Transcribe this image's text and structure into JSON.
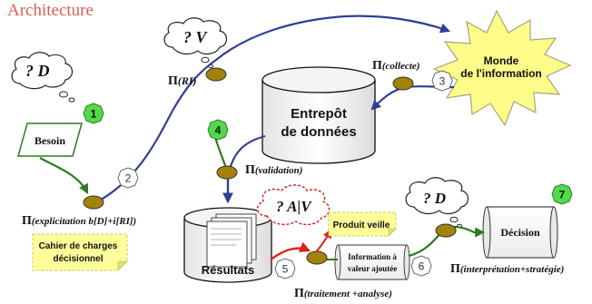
{
  "header": {
    "title": "Architecture"
  },
  "thought_bubbles": {
    "d_top": "? D",
    "v": "? V",
    "av": "? A|V",
    "d_right": "? D"
  },
  "pi_labels": {
    "ri": "(RI)",
    "collecte": "(collecte)",
    "validation": "(validation)",
    "explicitation": "(explicitation b[D]+i[RI])",
    "traitement": "(traitement +analyse)",
    "interpretation": "(interprétation+stratégie)"
  },
  "pi_symbol": "Π",
  "nodes": {
    "monde_line1": "Monde",
    "monde_line2": "de l'information",
    "entrepot_line1": "Entrepôt",
    "entrepot_line2": "de données",
    "besoin": "Besoin",
    "resultats": "Résultats",
    "decision": "Décision",
    "info_line1": "Information à",
    "info_line2": "valeur ajoutée"
  },
  "notes": {
    "cahier_line1": "Cahier de charges",
    "cahier_line2": "décisionnel",
    "produit": "Produit veille"
  },
  "steps": {
    "s1": "1",
    "s2": "2",
    "s3": "3",
    "s4": "4",
    "s5": "5",
    "s6": "6",
    "s7": "7"
  },
  "colors": {
    "title": "#d9604c",
    "blue_curve": "#2e3f94",
    "green_curve": "#2e7a23",
    "node_olive": "#a38208",
    "burst_yellow": "#fdfb8a",
    "note_yellow": "#fefd9a",
    "green_badge": "#52d94c",
    "red_arrow": "#e0201c"
  }
}
